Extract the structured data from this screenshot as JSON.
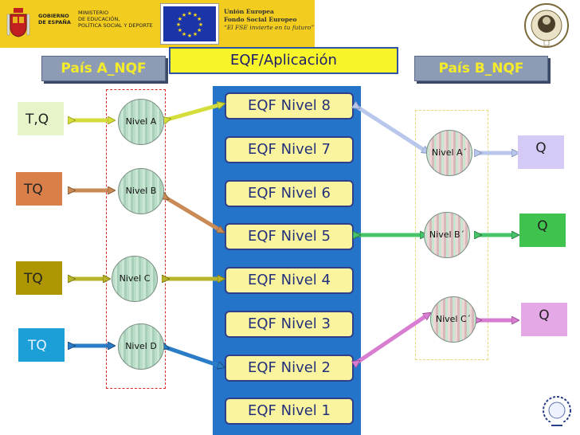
{
  "header": {
    "gov_label": "GOBIERNO\nDE ESPAÑA",
    "ministry_label": "MINISTERIO\nDE EDUCACIÓN,\nPOLÍTICA SOCIAL Y DEPORTE",
    "eu_line1": "Unión Europea",
    "eu_line2": "Fondo Social Europeo",
    "eu_line3": "“El FSE invierte en tu futuro”"
  },
  "title": "EQF/Aplicación",
  "country_a": "País A_NQF",
  "country_b": "País B_NQF",
  "eqf_levels": [
    "EQF Nivel 8",
    "EQF Nivel 7",
    "EQF Nivel 6",
    "EQF Nivel 5",
    "EQF Nivel 4",
    "EQF Nivel 3",
    "EQF Nivel 2",
    "EQF Nivel 1"
  ],
  "country_a_levels": [
    "Nivel A",
    "Nivel B",
    "Nivel C",
    "Nivel D"
  ],
  "country_a_quals": [
    "T,Q",
    "TQ",
    "TQ",
    "TQ"
  ],
  "country_b_levels": [
    "Nivel A´",
    "Nivel B´",
    "Nivel C´"
  ],
  "country_b_quals": [
    "Q",
    "Q",
    "Q"
  ],
  "colors": {
    "panel": "#2474c9",
    "eqf_box": "#fbf49e",
    "country_header": "#8d9bb5",
    "country_header_text": "#f4eb2b",
    "arrow_a": "#d4dd3a",
    "arrow_b": "#c98a55",
    "arrow_c": "#b8b52a",
    "arrow_d": "#2a7cc6",
    "arrow_b8": "#b9c7ec",
    "arrow_b5": "#46c46a",
    "arrow_b2": "#d87dd1",
    "qual_a": "#e7f3c8",
    "qual_b": "#d9804a",
    "qual_c": "#ae9600",
    "qual_d": "#1c9fd7",
    "qual_ba": "#d5c9f5",
    "qual_bb": "#3fc24e",
    "qual_bc": "#e5a8e6"
  }
}
